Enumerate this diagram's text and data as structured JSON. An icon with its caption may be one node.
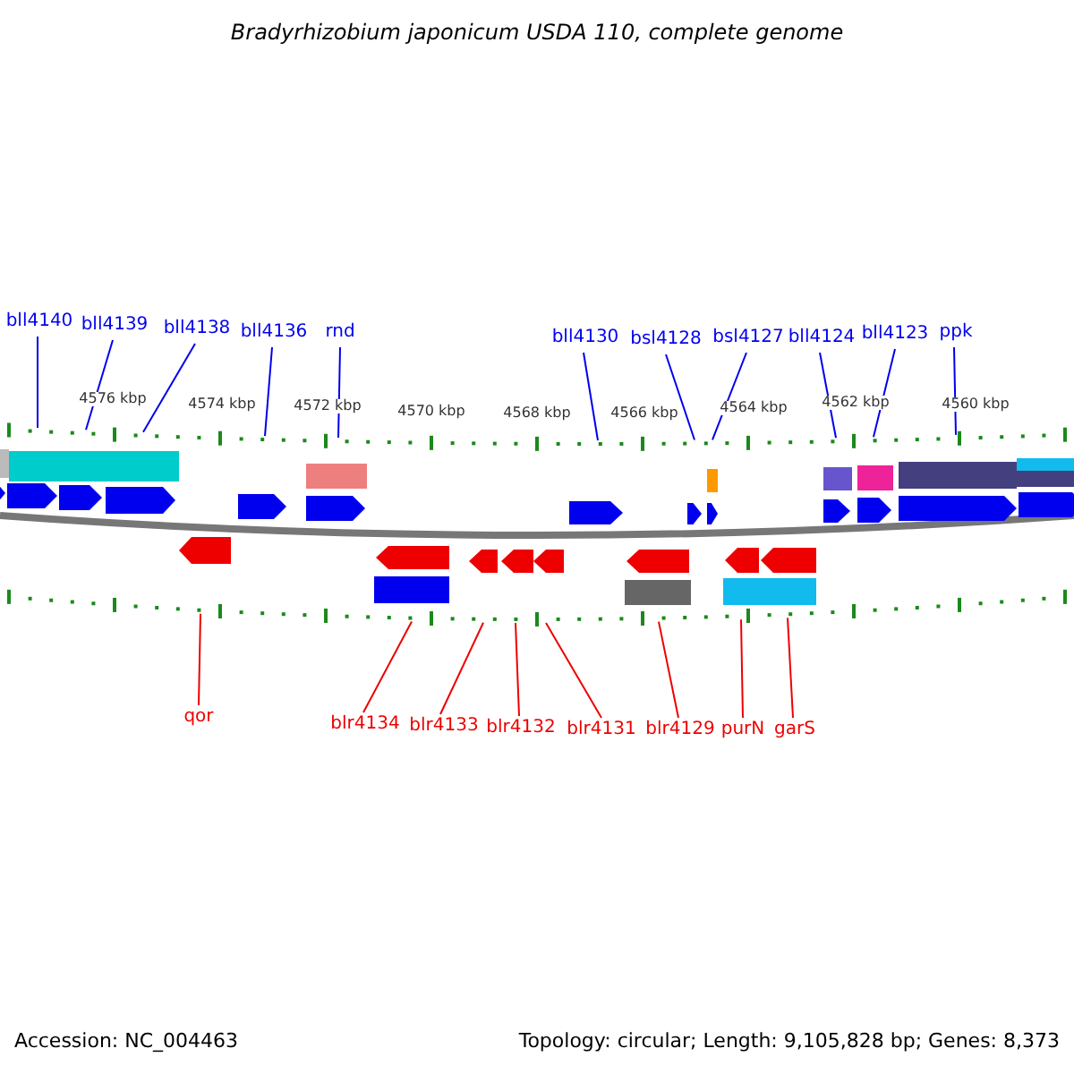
{
  "diagram": {
    "title": "Bradyrhizobium japonicum USDA 110, complete genome",
    "nodes": [
      {
        "text": [
          "bll4140"
        ]
      },
      {
        "text": [
          "bll4139"
        ]
      },
      {
        "text": [
          "bll4138"
        ]
      },
      {
        "text": [
          "bll4136"
        ]
      },
      {
        "text": [
          "rnd"
        ]
      },
      {
        "text": [
          "bll4130"
        ]
      },
      {
        "text": [
          "bsl4128"
        ]
      },
      {
        "text": [
          "bsl4127"
        ]
      },
      {
        "text": [
          "bll4124"
        ]
      },
      {
        "text": [
          "bll4123"
        ]
      },
      {
        "text": [
          "ppk"
        ]
      },
      {
        "text": [
          "qor"
        ]
      },
      {
        "text": [
          "blr4134"
        ]
      },
      {
        "text": [
          "blr4133"
        ]
      },
      {
        "text": [
          "blr4132"
        ]
      },
      {
        "text": [
          "blr4131"
        ]
      },
      {
        "text": [
          "blr4129"
        ]
      },
      {
        "text": [
          "purN"
        ]
      },
      {
        "text": [
          "garS"
        ]
      },
      {
        "text": [],
        "shape": "bar"
      },
      {
        "text": [],
        "shape": "bar"
      }
    ],
    "edges": [
      {
        "from": 0,
        "to": 19,
        "arrow": "none"
      },
      {
        "from": 1,
        "to": 19,
        "arrow": "none"
      },
      {
        "from": 2,
        "to": 19,
        "arrow": "none"
      },
      {
        "from": 3,
        "to": 19,
        "arrow": "none"
      },
      {
        "from": 4,
        "to": 19,
        "arrow": "none"
      },
      {
        "from": 5,
        "to": 19,
        "arrow": "none"
      },
      {
        "from": 6,
        "to": 19,
        "arrow": "none"
      },
      {
        "from": 7,
        "to": 19,
        "arrow": "none"
      },
      {
        "from": 8,
        "to": 19,
        "arrow": "none"
      },
      {
        "from": 9,
        "to": 19,
        "arrow": "none"
      },
      {
        "from": 10,
        "to": 19,
        "arrow": "none"
      },
      {
        "from": 11,
        "to": 20,
        "arrow": "none",
        "color": "#ee0000"
      },
      {
        "from": 12,
        "to": 20,
        "arrow": "none",
        "color": "#ee0000"
      },
      {
        "from": 13,
        "to": 20,
        "arrow": "none",
        "color": "#ee0000"
      },
      {
        "from": 14,
        "to": 20,
        "arrow": "none",
        "color": "#ee0000"
      },
      {
        "from": 15,
        "to": 20,
        "arrow": "none",
        "color": "#ee0000"
      },
      {
        "from": 16,
        "to": 20,
        "arrow": "none",
        "color": "#ee0000"
      },
      {
        "from": 17,
        "to": 20,
        "arrow": "none",
        "color": "#ee0000"
      },
      {
        "from": 18,
        "to": 20,
        "arrow": "none",
        "color": "#ee0000"
      }
    ],
    "labels": [
      "4576 kbp",
      "4574 kbp",
      "4572 kbp",
      "4570 kbp",
      "4568 kbp",
      "4566 kbp",
      "4564 kbp",
      "4562 kbp",
      "4560 kbp",
      "Accession: NC_004463",
      "Topology: circular; Length: 9,105,828 bp; Genes: 8,373"
    ]
  }
}
